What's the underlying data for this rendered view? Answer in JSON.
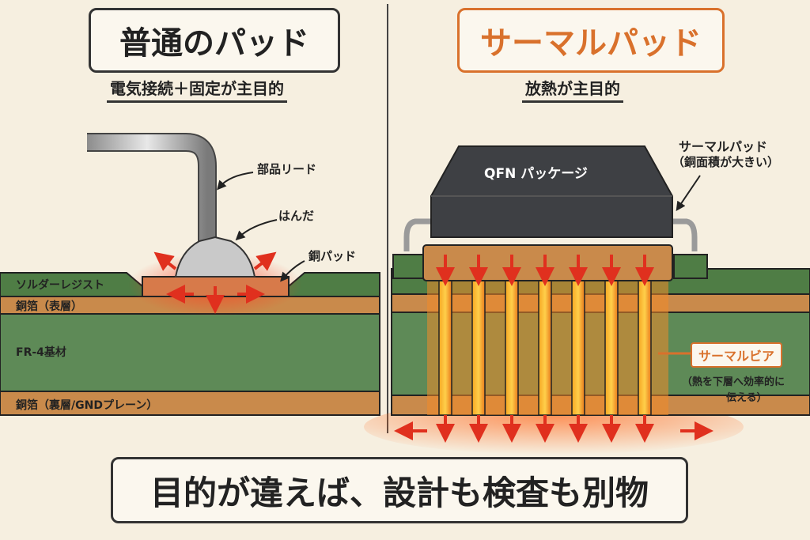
{
  "left": {
    "title": "普通のパッド",
    "subtitle": "電気接続＋固定が主目的",
    "labels": {
      "lead": "部品リード",
      "solder": "はんだ",
      "pad": "銅パッド"
    },
    "layers": {
      "solder_resist": "ソルダーレジスト",
      "copper_top": "銅箔（表層）",
      "substrate": "FR-4基材",
      "copper_bottom": "銅箔（裏層/GNDプレーン）"
    }
  },
  "right": {
    "title": "サーマルパッド",
    "subtitle": "放熱が主目的",
    "package_label": "QFN パッケージ",
    "thermal_pad_label": "サーマルパッド",
    "thermal_pad_note": "（銅面積が大きい）",
    "via_label": "サーマルビア",
    "via_note_1": "（熱を下層へ効率的に",
    "via_note_2": "伝える）"
  },
  "footer": {
    "conclusion": "目的が違えば、設計も検査も別物"
  },
  "colors": {
    "accent_orange": "#d9712c",
    "solder_resist": "#4f7d45",
    "copper": "#c98a4b",
    "substrate": "#5e8a57",
    "heat_arrow": "#e0301e",
    "package": "#3e4044"
  }
}
